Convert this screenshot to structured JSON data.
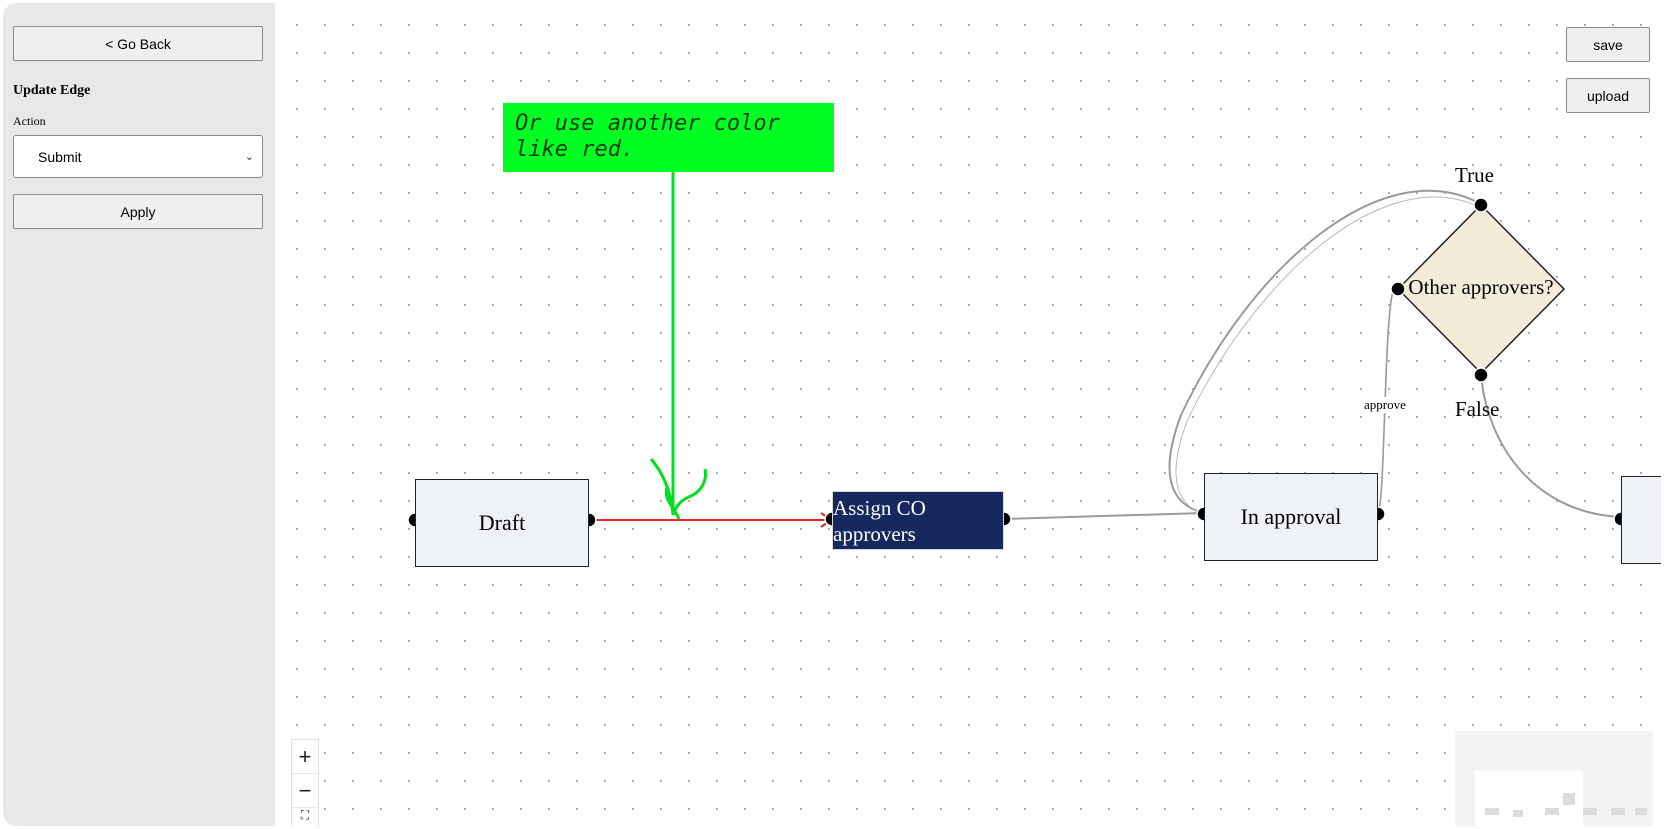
{
  "sidebar": {
    "go_back_label": "< Go Back",
    "heading": "Update Edge",
    "action_label": "Action",
    "action_value": "Submit",
    "apply_label": "Apply"
  },
  "toolbar": {
    "save_label": "save",
    "upload_label": "upload"
  },
  "nodes": {
    "draft": "Draft",
    "assign_line1": "Assign CO",
    "assign_line2": "approvers",
    "in_approval": "In approval",
    "decision": "Other approvers?"
  },
  "note": {
    "text": "Or use another color like red.",
    "color": "#00ff23"
  },
  "edge_labels": {
    "true": "True",
    "false": "False",
    "approve": "approve"
  },
  "zoom": {
    "in": "+",
    "out": "−",
    "fit": "⛶"
  },
  "colors": {
    "selected_edge": "#e8242c",
    "arrow_annotation": "#00e020",
    "selected_node": "#15295e",
    "decision_fill": "#f3ecd9"
  }
}
